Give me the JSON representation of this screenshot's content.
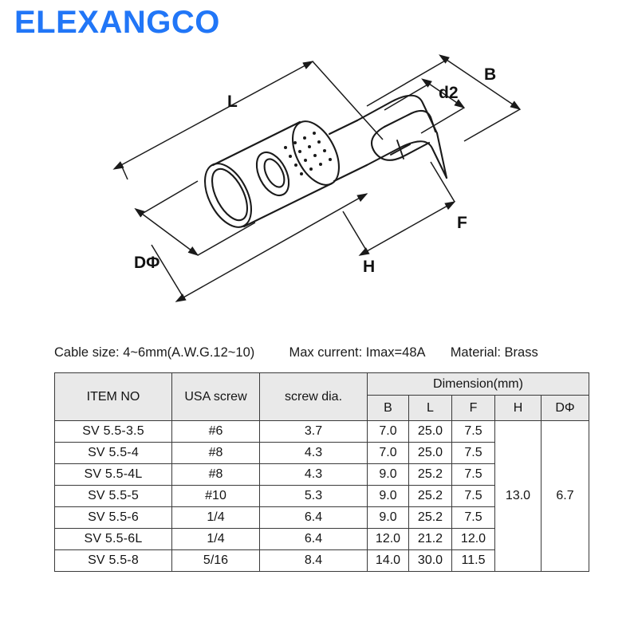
{
  "brand": {
    "name": "ELEXANGCO",
    "color": "#2176f7"
  },
  "drawing": {
    "title": "insulated-spade-fork-terminal-isometric",
    "dimension_labels": {
      "length": "L",
      "barrel_diameter": "DΦ",
      "tongue_width": "B",
      "slot_width": "d2",
      "tongue_length": "F",
      "total_from_barrel": "H"
    }
  },
  "spec_info": {
    "cable_size": "Cable size: 4~6mm(A.W.G.12~10)",
    "max_current": "Max current: Imax=48A",
    "material": "Material: Brass"
  },
  "table": {
    "group_header": "Dimension(mm)",
    "headers": {
      "item_no": "ITEM NO",
      "usa_screw": "USA screw",
      "screw_dia": "screw dia.",
      "b": "B",
      "l": "L",
      "f": "F",
      "h": "H",
      "dphi": "DΦ"
    },
    "merged": {
      "h": "13.0",
      "dphi": "6.7"
    },
    "rows": [
      {
        "item_no": "SV  5.5-3.5",
        "usa_screw": "#6",
        "screw_dia": "3.7",
        "b": "7.0",
        "l": "25.0",
        "f": "7.5"
      },
      {
        "item_no": "SV  5.5-4",
        "usa_screw": "#8",
        "screw_dia": "4.3",
        "b": "7.0",
        "l": "25.0",
        "f": "7.5"
      },
      {
        "item_no": "SV  5.5-4L",
        "usa_screw": "#8",
        "screw_dia": "4.3",
        "b": "9.0",
        "l": "25.2",
        "f": "7.5"
      },
      {
        "item_no": "SV  5.5-5",
        "usa_screw": "#10",
        "screw_dia": "5.3",
        "b": "9.0",
        "l": "25.2",
        "f": "7.5"
      },
      {
        "item_no": "SV  5.5-6",
        "usa_screw": "1/4",
        "screw_dia": "6.4",
        "b": "9.0",
        "l": "25.2",
        "f": "7.5"
      },
      {
        "item_no": "SV  5.5-6L",
        "usa_screw": "1/4",
        "screw_dia": "6.4",
        "b": "12.0",
        "l": "21.2",
        "f": "12.0"
      },
      {
        "item_no": "SV  5.5-8",
        "usa_screw": "5/16",
        "screw_dia": "8.4",
        "b": "14.0",
        "l": "30.0",
        "f": "11.5"
      }
    ]
  }
}
